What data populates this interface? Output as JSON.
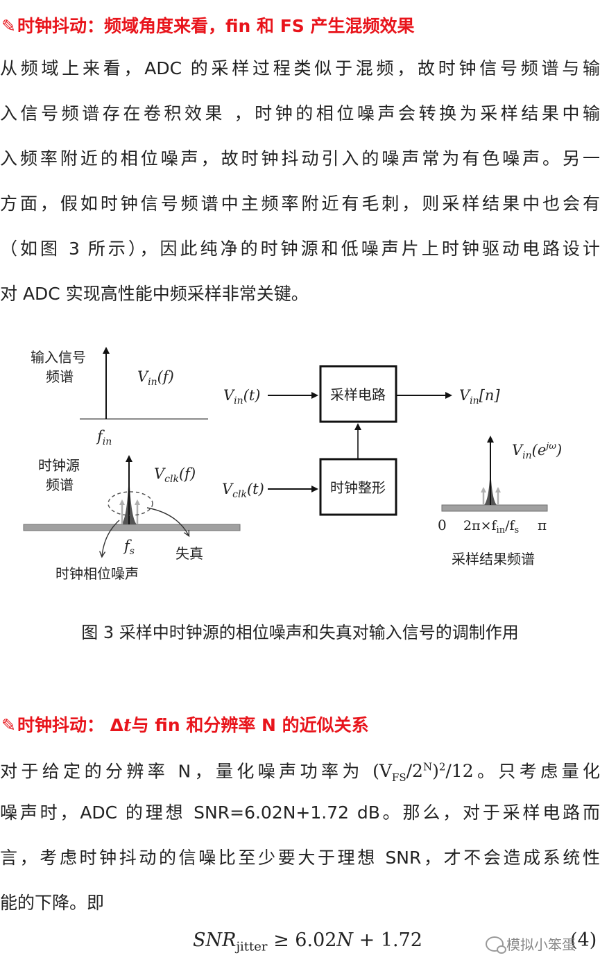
{
  "section1": {
    "icon": "pencil-icon",
    "heading": "时钟抖动：频域角度来看，fin 和 FS 产生混频效果",
    "lines": [
      "从频域上来看，ADC 的采样过程类似于混频，故时钟信号频谱与输",
      "入信号频谱存在卷积效果 ，时钟的相位噪声会转换为采样结果中输",
      "入频率附近的相位噪声，故时钟抖动引入的噪声常为有色噪声。另一",
      "方面，假如时钟信号频谱中主频率附近有毛刺，则采样结果中也会有",
      "（如图 3 所示），因此纯净的时钟源和低噪声片上时钟驱动电路设计",
      "对 ADC 实现高性能中频采样非常关键。"
    ]
  },
  "figure": {
    "input_spectrum_label_1": "输入信号",
    "input_spectrum_label_2": "频谱",
    "vin_f": "V",
    "vin_f_sub": "in",
    "vin_f_tail": "(f)",
    "fin": "f",
    "fin_sub": "in",
    "clock_spectrum_label_1": "时钟源",
    "clock_spectrum_label_2": "频谱",
    "vclk_f": "V",
    "vclk_f_sub": "clk",
    "vclk_f_tail": "(f)",
    "fs": "f",
    "fs_sub": "s",
    "distortion": "失真",
    "phase_noise": "时钟相位噪声",
    "vin_t": "V",
    "vin_t_sub": "in",
    "vin_t_tail": "(t)",
    "vclk_t": "V",
    "vclk_t_sub": "clk",
    "vclk_t_tail": "(t)",
    "sampling_block": "采样电路",
    "clock_shaping_block": "时钟整形",
    "vin_n": "V",
    "vin_n_sub": "in",
    "vin_n_tail": "[n]",
    "vin_ejw": "V",
    "vin_ejw_sub": "in",
    "vin_ejw_tail": "(e",
    "vin_ejw_sup": "jω",
    "vin_ejw_close": ")",
    "axis_zero": "0",
    "axis_mid": "2π×f",
    "axis_mid_sub1": "in",
    "axis_mid_slash": "/f",
    "axis_mid_sub2": "s",
    "axis_pi": "π",
    "result_spectrum_label": "采样结果频谱"
  },
  "caption": "图 3 采样中时钟源的相位噪声和失真对输入信号的调制作用",
  "section2": {
    "icon": "pencil-icon",
    "heading_a": "时钟抖动： ",
    "heading_delta": "Δ",
    "heading_t": "t",
    "heading_b": "与 fin 和分辨率 N 的近似关系",
    "line1_a": "对于给定的分辨率 N，量化噪声功率为 ",
    "line1_formula": "(V",
    "line1_formula_sub": "FS",
    "line1_formula_mid": "/2",
    "line1_formula_sup": "N",
    "line1_formula_end": ")",
    "line1_formula_sup2": "2",
    "line1_formula_tail": "/12",
    "line1_b": "。只考虑量化",
    "lines": [
      "噪声时，ADC 的理想 SNR=6.02N+1.72 dB。那么，对于采样电路而",
      "言，考虑时钟抖动的信噪比至少要大于理想 SNR，才不会造成系统性",
      "能的下降。即"
    ]
  },
  "equation": {
    "lhs": "SNR",
    "lhs_sub": "jitter",
    "rhs": " ≥ 6.02",
    "rhs_n": "N",
    "rhs_tail": " + 1.72",
    "number": "(4)"
  },
  "watermark": {
    "icon": "wechat-icon",
    "text": "模拟小笨蛋"
  },
  "colors": {
    "heading": "#e8141b",
    "text": "#222222",
    "axis_gray": "#8a8a8a",
    "arrow_light": "#b0b0b0"
  }
}
